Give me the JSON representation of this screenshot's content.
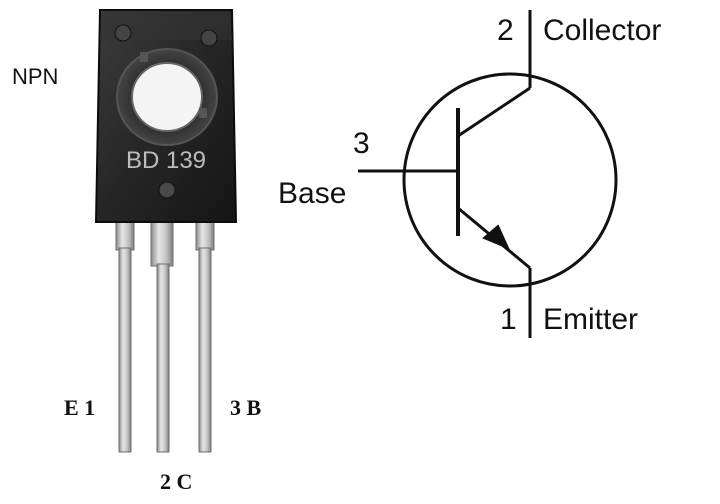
{
  "package": {
    "type_label": "NPN",
    "part_marking": "BD 139",
    "pin_labels": {
      "left": "E 1",
      "middle": "2 C",
      "right": "3 B"
    }
  },
  "symbol": {
    "collector": {
      "number": "2",
      "name": "Collector"
    },
    "base": {
      "number": "3",
      "name": "Base"
    },
    "emitter": {
      "number": "1",
      "name": "Emitter"
    }
  },
  "colors": {
    "ink": "#111111",
    "body_dark": "#1e1e1e",
    "body_mid": "#3a3a3a",
    "lead": "#b8b8b8"
  }
}
